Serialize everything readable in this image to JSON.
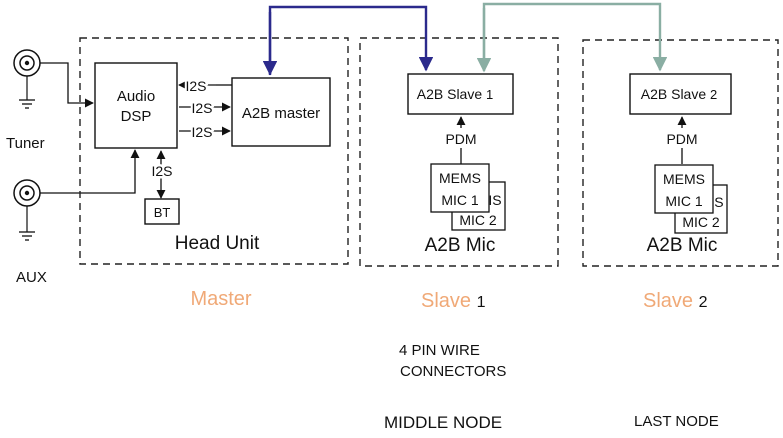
{
  "inputs": {
    "tuner": "Tuner",
    "aux": "AUX"
  },
  "head_unit": {
    "label": "Head Unit",
    "dsp_line1": "Audio",
    "dsp_line2": "DSP",
    "bus_labels": [
      "I2S",
      "I2S",
      "I2S"
    ],
    "bt_bus_label": "I2S",
    "bt_label": "BT",
    "a2b_master": "A2B master"
  },
  "slave1": {
    "a2b_label": "A2B Slave",
    "a2b_index": "1",
    "pdm_label": "PDM",
    "mems_label": "MEMS",
    "mems_back_fragment": "IS",
    "mic1_label": "MIC 1",
    "mic2_label": "MIC 2",
    "group_label": "A2B Mic"
  },
  "slave2": {
    "a2b_label": "A2B Slave",
    "a2b_index": "2",
    "pdm_label": "PDM",
    "mems_label": "MEMS",
    "mems_back_fragment": "IS",
    "mic1_label": "MIC 1",
    "mic2_label": "MIC 2",
    "group_label": "A2B Mic"
  },
  "roles": {
    "master": "Master",
    "slave1_word": "Slave",
    "slave1_index": "1",
    "slave2_word": "Slave",
    "slave2_index": "2"
  },
  "notes": {
    "wire_line1": "4 PIN WIRE",
    "wire_line2": "CONNECTORS",
    "middle_node": "MIDDLE NODE",
    "last_node": "LAST NODE"
  },
  "colors": {
    "master_link": "#2b2a8c",
    "slave_link": "#8aaea3",
    "role_label": "#f0a977",
    "line": "#111111"
  }
}
